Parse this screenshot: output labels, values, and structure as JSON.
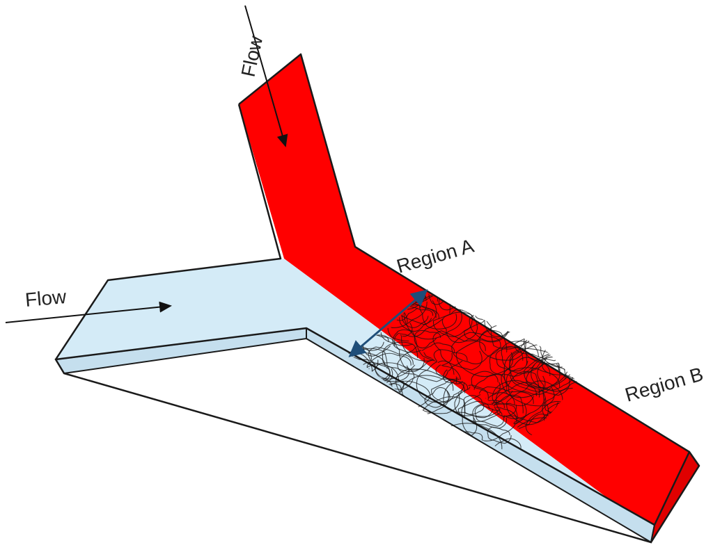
{
  "labels": {
    "flow_top": "Flow",
    "flow_left": "Flow",
    "region_a": "Region A",
    "region_b": "Region B"
  },
  "colors": {
    "stream_red": "#ff0000",
    "stream_blue": "#d4ebf7",
    "side_blue": "#c5dfee",
    "side_red": "#e00000",
    "double_arrow": "#1f4e79",
    "fiber": "#111111"
  }
}
